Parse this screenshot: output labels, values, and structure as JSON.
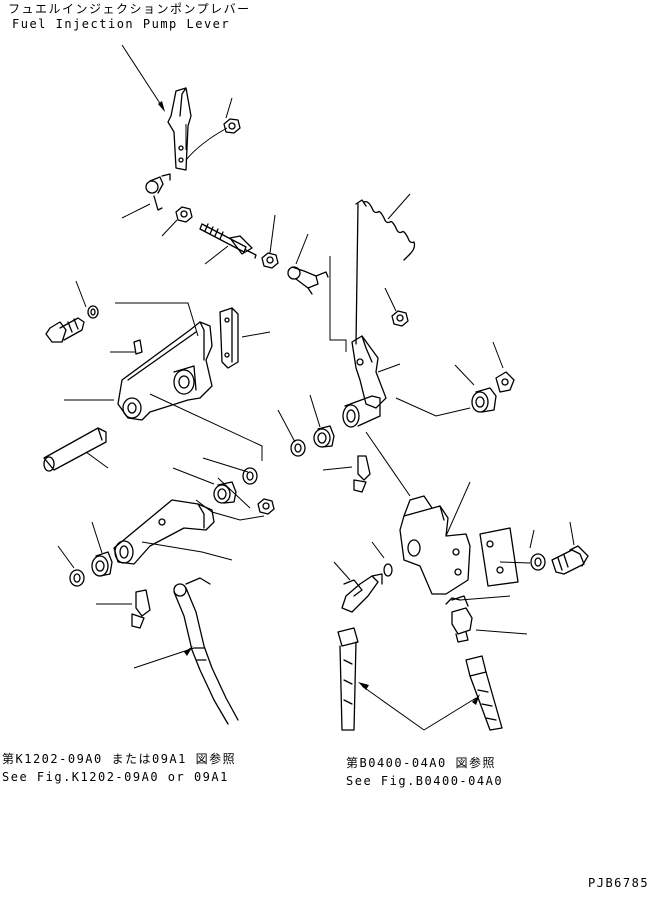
{
  "labels": {
    "title_jp": "フュエルインジェクションポンプレバー",
    "title_en": "Fuel Injection Pump Lever",
    "ref_left_jp": "第K1202-09A0 または09A1 図参照",
    "ref_left_en": "See Fig.K1202-09A0 or 09A1",
    "ref_right_jp": "第B0400-04A0 図参照",
    "ref_right_en": "See Fig.B0400-04A0",
    "drawing_code": "PJB6785"
  }
}
